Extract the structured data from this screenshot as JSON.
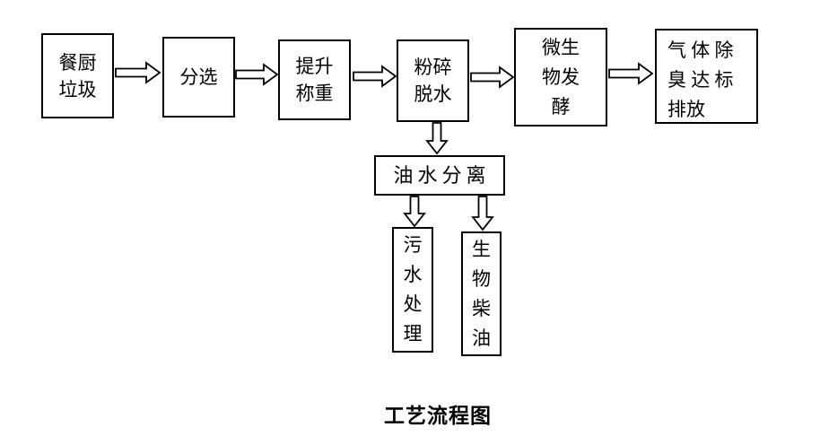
{
  "diagram": {
    "title": "工艺流程图",
    "nodes": {
      "kitchen_waste": "餐厨\n垃圾",
      "sorting": "分选",
      "lift_weigh": "提升\n称重",
      "crush_dewater": "粉碎\n脱水",
      "fermentation": "微生\n物发\n酵",
      "gas_treatment": "气 体 除\n臭 达 标\n排放",
      "oil_water_separation": "油水分离",
      "sewage_treatment": "污\n水\n处\n理",
      "biodiesel": "生\n物\n柴\n油"
    },
    "edges": [
      {
        "from": "kitchen_waste",
        "to": "sorting"
      },
      {
        "from": "sorting",
        "to": "lift_weigh"
      },
      {
        "from": "lift_weigh",
        "to": "crush_dewater"
      },
      {
        "from": "crush_dewater",
        "to": "fermentation"
      },
      {
        "from": "fermentation",
        "to": "gas_treatment"
      },
      {
        "from": "crush_dewater",
        "to": "oil_water_separation"
      },
      {
        "from": "oil_water_separation",
        "to": "sewage_treatment"
      },
      {
        "from": "oil_water_separation",
        "to": "biodiesel"
      }
    ],
    "colors": {
      "line": "#000000",
      "background": "#ffffff",
      "box_fill": "#ffffff"
    }
  }
}
